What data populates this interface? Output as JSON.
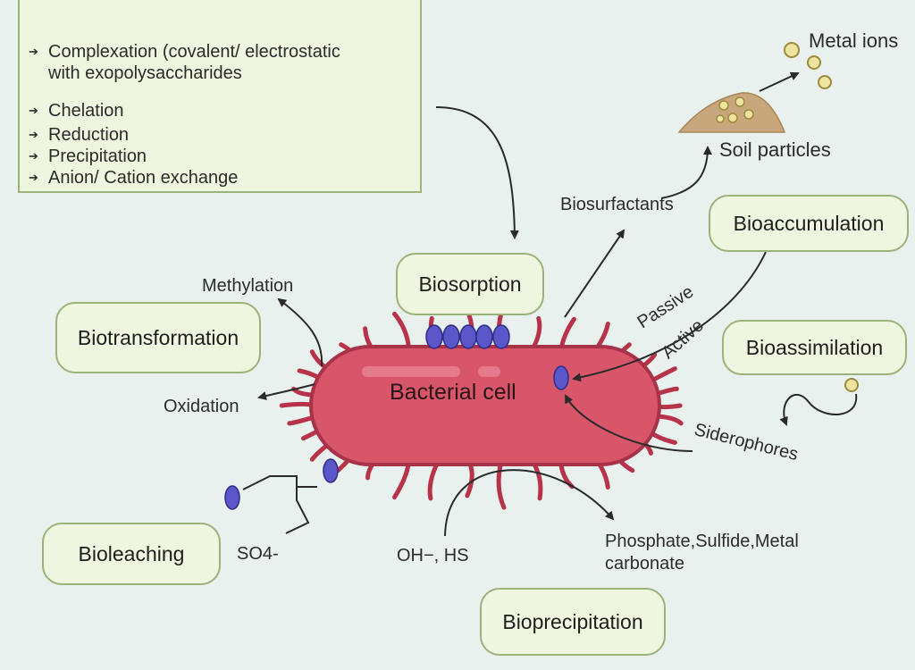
{
  "mechanisms": {
    "items": [
      "Complexation (covalent/ electrostatic\nwith exopolysaccharides",
      "Chelation",
      "Reduction",
      "Precipitation",
      "Anion/ Cation exchange"
    ]
  },
  "boxes": {
    "biosorption": "Biosorption",
    "biotransformation": "Biotransformation",
    "bioaccumulation": "Bioaccumulation",
    "bioassimilation": "Bioassimilation",
    "bioleaching": "Bioleaching",
    "bioprecipitation": "Bioprecipitation"
  },
  "labels": {
    "bacterial_cell": "Bacterial cell",
    "metal_ions": "Metal ions",
    "soil_particles": "Soil particles",
    "biosurfactants": "Biosurfactants",
    "methylation": "Methylation",
    "oxidation": "Oxidation",
    "passive": "Passive",
    "active": "Active",
    "siderophores": "Siderophores",
    "so4": "SO4-",
    "oh_hs": "OH−, HS",
    "phosphate": "Phosphate,Sulfide,Metal\ncarbonate"
  },
  "colors": {
    "background": "#e8f1ee",
    "box_fill": "#eef6df",
    "box_border": "#9ab37a",
    "cell_fill": "#d9566a",
    "cell_stroke": "#a83248",
    "flagella": "#b8324a",
    "metal_dot": "#5b57c9",
    "metal_ion": "#efe3a0",
    "soil": "#c9a77c",
    "arrow": "#2a2a2a"
  }
}
